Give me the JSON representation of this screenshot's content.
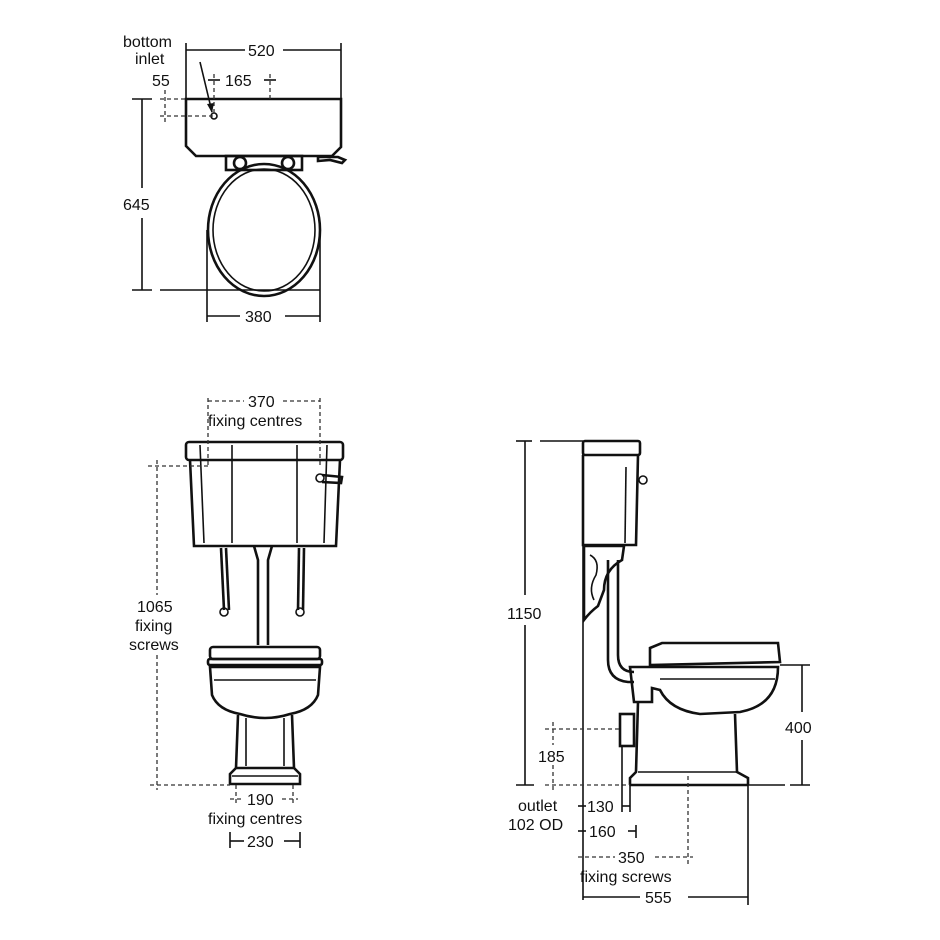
{
  "plan_view": {
    "labels": {
      "bottom_inlet_1": "bottom",
      "bottom_inlet_2": "inlet",
      "width_cistern": "520",
      "inlet_offset_x": "55",
      "inlet_offset_y": "165",
      "depth_total": "645",
      "width_pan": "380"
    }
  },
  "front_view": {
    "labels": {
      "cistern_fixing_dim": "370",
      "cistern_fixing_text": "fixing centres",
      "height_fixing_dim": "1065",
      "height_fixing_text_1": "fixing",
      "height_fixing_text_2": "screws",
      "pan_fixing_dim": "190",
      "pan_fixing_text": "fixing centres",
      "base_width": "230"
    }
  },
  "side_view": {
    "labels": {
      "total_height": "1150",
      "pan_height": "400",
      "outlet_height": "185",
      "outlet_text_1": "outlet",
      "outlet_text_2": "102 OD",
      "dim_130": "130",
      "dim_160": "160",
      "fixing_screws_dim": "350",
      "fixing_screws_text": "fixing screws",
      "total_depth": "555"
    }
  }
}
